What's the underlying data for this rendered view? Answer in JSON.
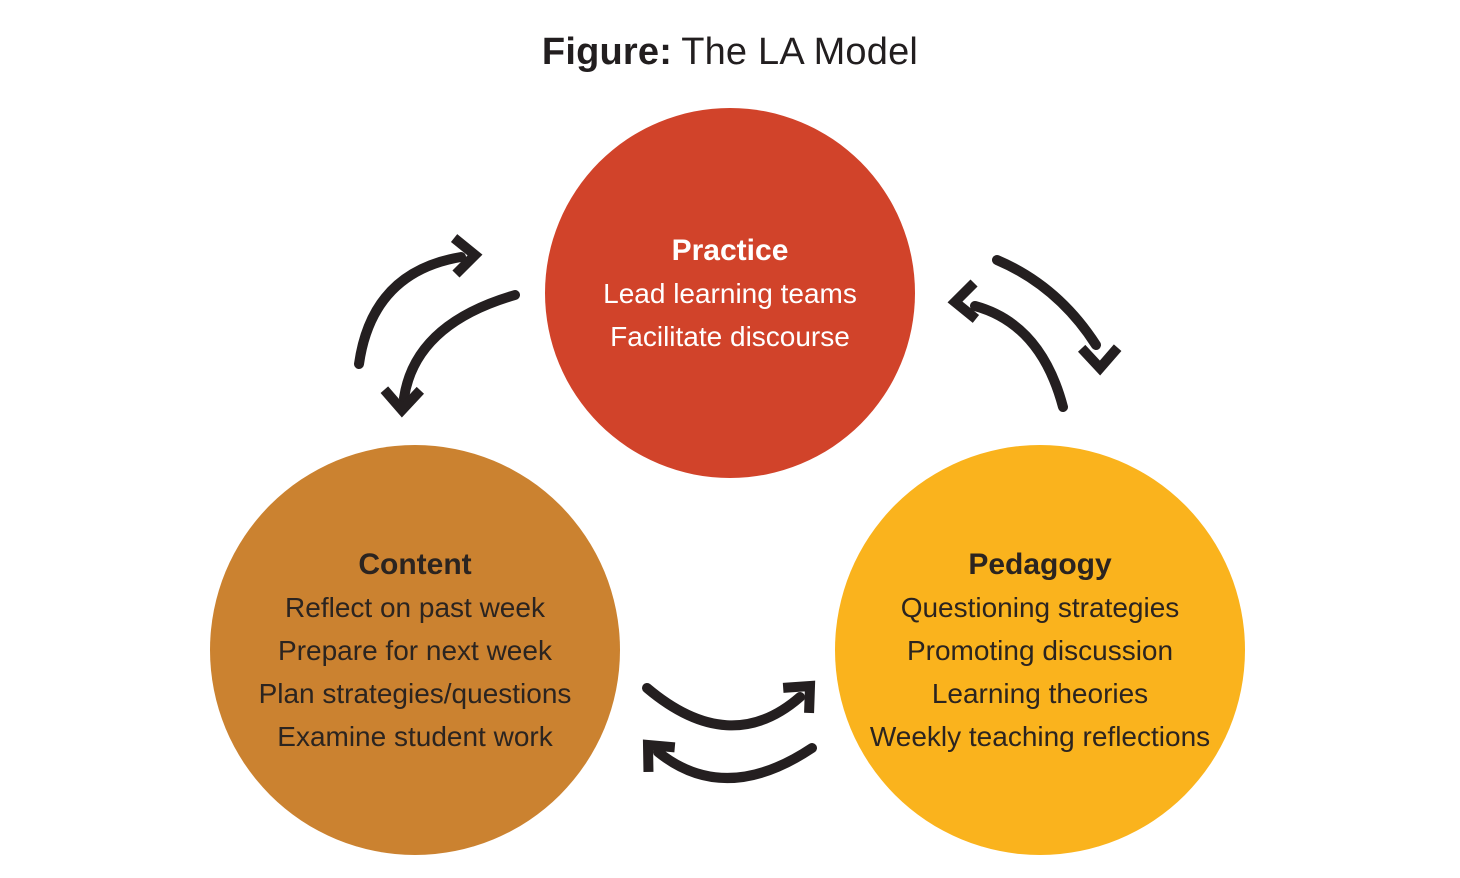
{
  "title": {
    "prefix": "Figure:",
    "rest": "The LA Model",
    "color": "#221e1f"
  },
  "circles": {
    "practice": {
      "name": "Practice",
      "lines": [
        "Lead learning teams",
        "Facilitate discourse"
      ],
      "color": "#d1432a",
      "text_color": "#ffffff"
    },
    "content": {
      "name": "Content",
      "lines": [
        "Reflect on past week",
        "Prepare for next week",
        "Plan strategies/questions",
        "Examine student work"
      ],
      "color": "#cb8230",
      "text_color": "#2b2420"
    },
    "pedagogy": {
      "name": "Pedagogy",
      "lines": [
        "Questioning strategies",
        "Promoting discussion",
        "Learning theories",
        "Weekly teaching reflections"
      ],
      "color": "#fab31d",
      "text_color": "#2b2420"
    }
  },
  "arrows": {
    "color": "#241f20",
    "pairs": [
      {
        "between": [
          "Content",
          "Practice"
        ],
        "style": "bidirectional curved pair"
      },
      {
        "between": [
          "Practice",
          "Pedagogy"
        ],
        "style": "bidirectional curved pair"
      },
      {
        "between": [
          "Content",
          "Pedagogy"
        ],
        "style": "bidirectional curved pair"
      }
    ]
  }
}
